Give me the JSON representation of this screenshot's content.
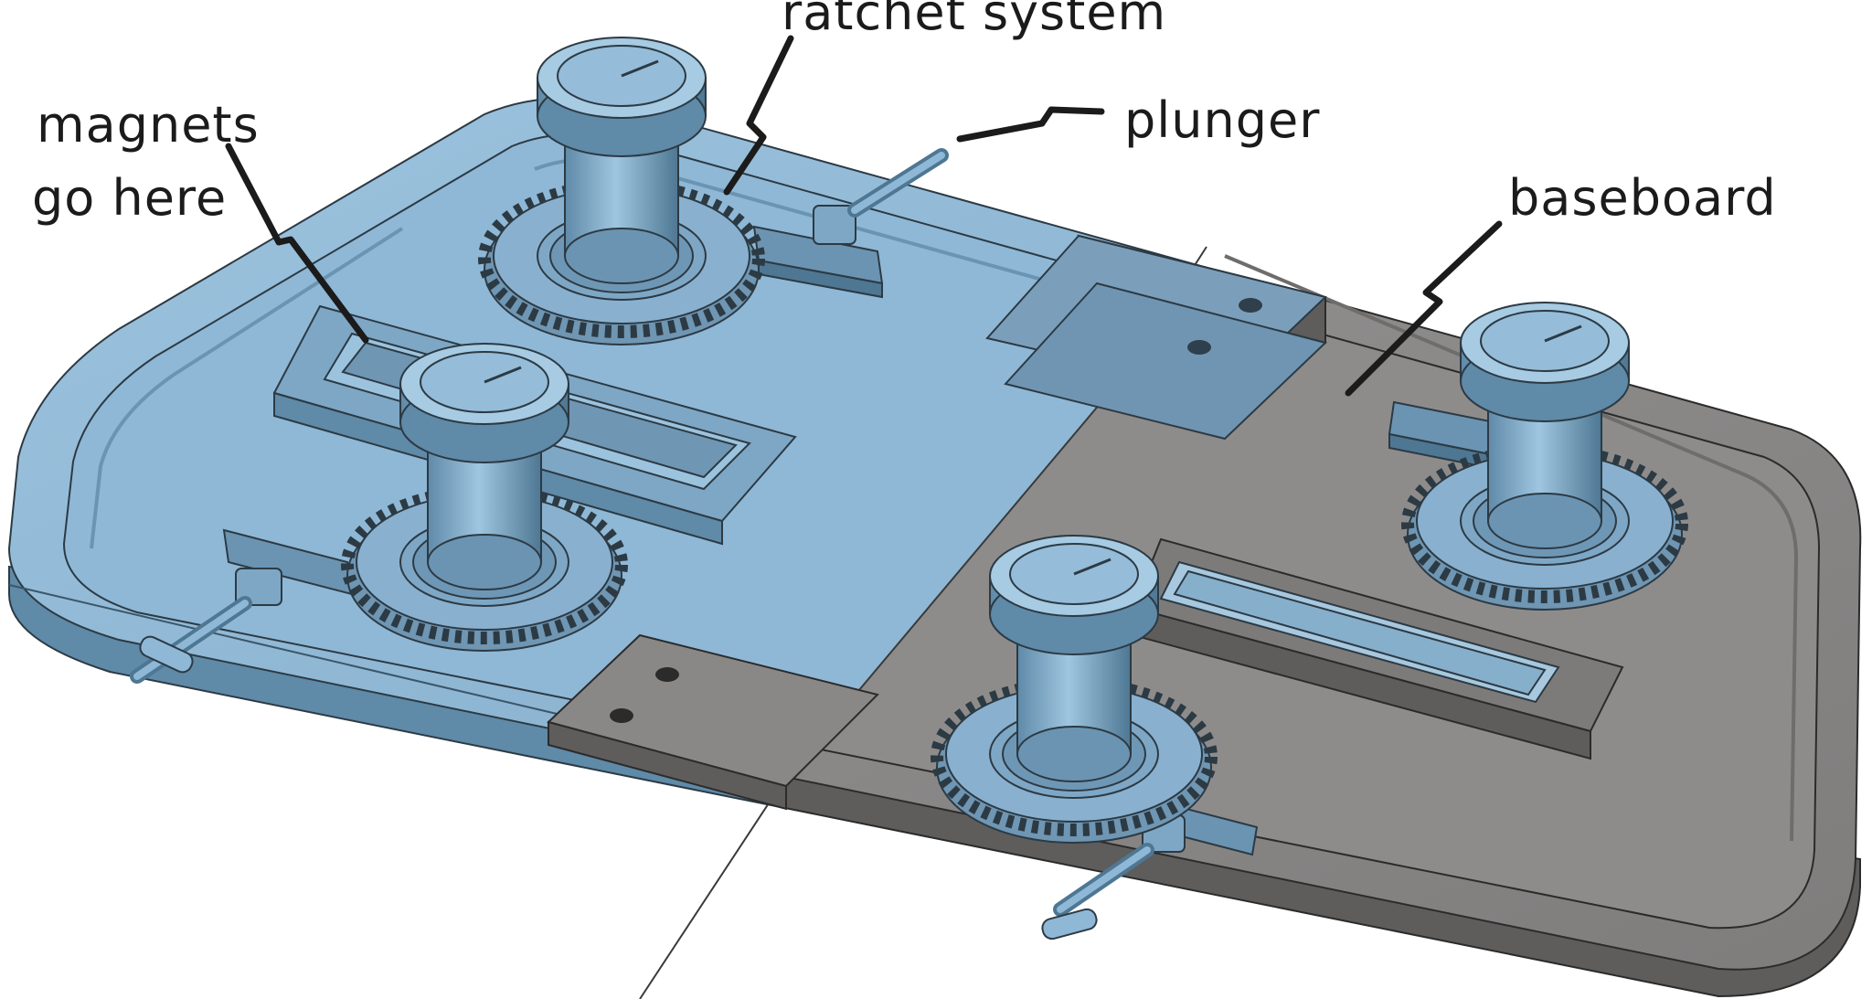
{
  "labels": {
    "ratchet": "ratchet system",
    "plunger": "plunger",
    "magnets_line1": "magnets",
    "magnets_line2": "go here",
    "baseboard": "baseboard"
  },
  "colors": {
    "blue_part": "#8fb8d6",
    "blue_dark": "#5f8aa8",
    "grey_part": "#8e8c8b",
    "grey_dark": "#5e5d5c",
    "ink": "#1b1b1b"
  },
  "parts": {
    "ratchet_assembly_count": 4,
    "magnet_slot_count": 2,
    "connector_tab_count": 2
  }
}
